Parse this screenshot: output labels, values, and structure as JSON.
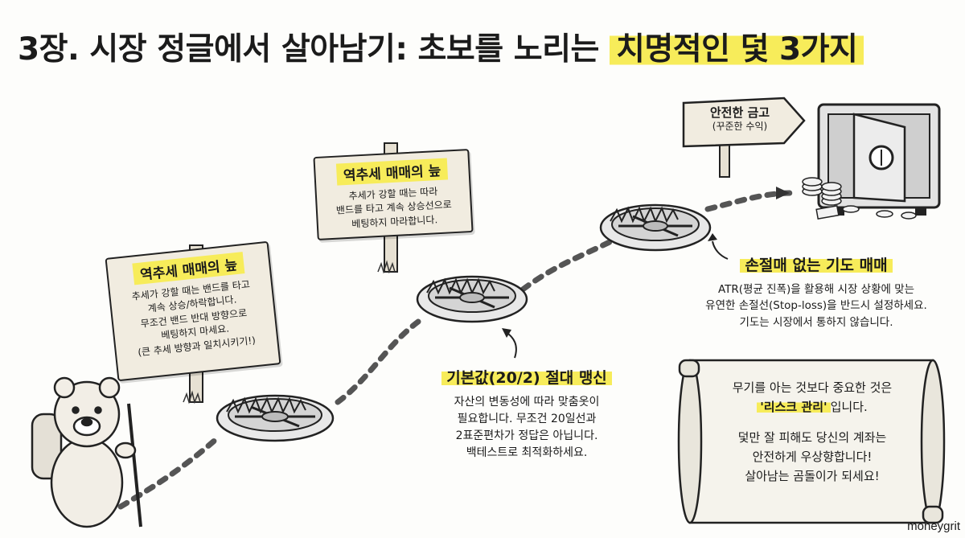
{
  "title": {
    "prefix": "3장. 시장 정글에서 살아남기: 초보를 노리는 ",
    "highlight": "치명적인 덫 3가지"
  },
  "traps": {
    "trap1_sign": {
      "heading": "역추세 매매의 늪",
      "lines": [
        "추세가 강할 때는 밴드를 타고",
        "계속 상승/하락합니다.",
        "무조건 밴드 반대 방향으로",
        "베팅하지 마세요.",
        "(큰 추세 방향과 일치시키기!)"
      ]
    },
    "trap2_sign": {
      "heading": "역추세 매매의 늪",
      "lines": [
        "추세가 강할 때는 따라",
        "밴드를 타고 계속 상승선으로",
        "베팅하지 마라합니다."
      ]
    },
    "trap2_callout": {
      "heading": "기본값(20/2) 절대 맹신",
      "lines": [
        "자산의 변동성에 따라 맞춤옷이",
        "필요합니다. 무조건 20일선과",
        "2표준편차가 정답은 아닙니다.",
        "백테스트로 최적화하세요."
      ]
    },
    "trap3_callout": {
      "heading": "손절매 없는 기도 매매",
      "lines": [
        "ATR(평균 진폭)을 활용해 시장 상황에 맞는",
        "유연한 손절선(Stop-loss)을 반드시 설정하세요.",
        "기도는 시장에서 통하지 않습니다."
      ]
    }
  },
  "safe_sign": {
    "label": "안전한 금고",
    "sub": "(꾸준한 수익)"
  },
  "scroll": {
    "line1": "무기를 아는 것보다 중요한 것은",
    "key": "'리스크 관리'",
    "line2_suffix": "입니다.",
    "line3": "덫만 잘 피해도 당신의 계좌는",
    "line4": "안전하게 우상향합니다!",
    "line5": "살아남는 곰돌이가 되세요!"
  },
  "watermark": "moneygrit",
  "colors": {
    "highlight": "#f7ec5a",
    "ink": "#1b1b1b",
    "sign_wood": "#f1ece0",
    "paper": "#fdfdfb",
    "bear": "#f2eee6"
  },
  "icons": [
    "bear-hiker-icon",
    "bear-trap-icon",
    "safe-icon",
    "wooden-sign-icon",
    "scroll-icon",
    "coin-stack-icon"
  ]
}
